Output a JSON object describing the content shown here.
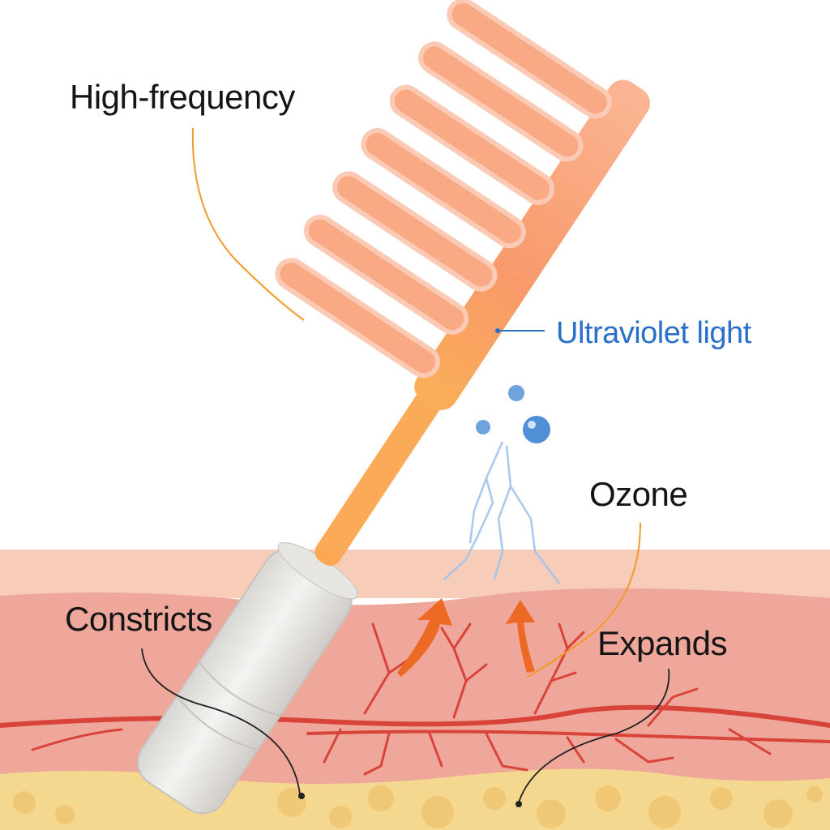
{
  "labels": {
    "high_frequency": "High-frequency",
    "ultraviolet": "Ultraviolet light",
    "ozone": "Ozone",
    "constricts": "Constricts",
    "expands": "Expands"
  },
  "colors": {
    "electrode": "#f79a5c",
    "ultraviolet_text": "#2a6fc9",
    "leader_orange": "#f39a2a",
    "skin_dermis": "#eea79a",
    "fat_layer": "#f5d890",
    "vessel": "#d9443a"
  }
}
